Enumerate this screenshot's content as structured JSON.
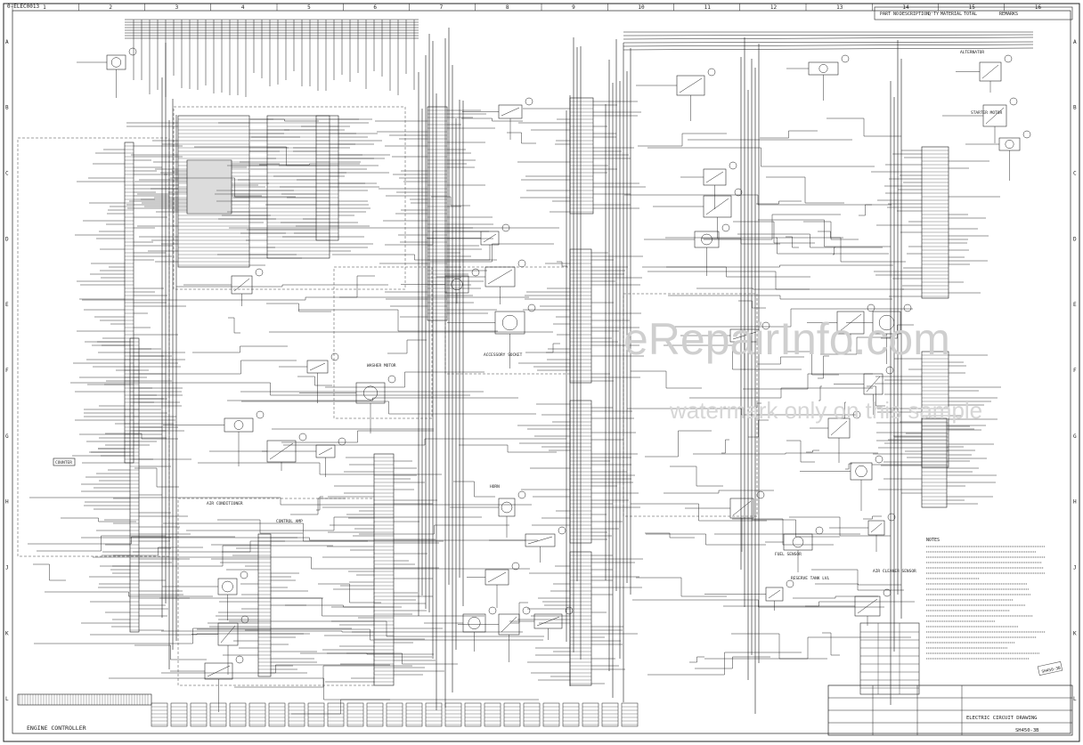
{
  "drawing": {
    "drawing_no": "0-ELEC0013",
    "column_numbers": [
      "1",
      "2",
      "3",
      "4",
      "5",
      "6",
      "7",
      "8",
      "9",
      "10",
      "11",
      "12",
      "13",
      "14",
      "15",
      "16"
    ],
    "row_letters": [
      "A",
      "B",
      "C",
      "D",
      "E",
      "F",
      "G",
      "H",
      "J",
      "K",
      "L"
    ],
    "title_block_headers": [
      "PART NO.",
      "DESCRIPTION",
      "Q'TY",
      "MATERIAL",
      "TOTAL",
      "REMARKS"
    ],
    "sheet_title": "ELECTRIC CIRCUIT DRAWING",
    "model": "SH450-3B",
    "engine_label": "ENGINE CONTROLLER",
    "counter_label": "COUNTER",
    "revision_stamp": "SH450-3B"
  },
  "watermark": {
    "main": "eRepairInfo.com",
    "sub": "watermark only on this sample"
  },
  "component_labels": {
    "alternator": "ALTERNATOR",
    "starter_motor": "STARTER MOTOR",
    "air_cleaner": "AIR CLEANER SENSOR",
    "fuel_sensor": "FUEL SENSOR",
    "air_conditioner": "AIR CONDITIONER",
    "control_amp": "CONTROL AMP",
    "reserve_tank": "RESERVE TANK LVL",
    "accessory_socket": "ACCESSORY SOCKET",
    "horn": "HORN",
    "washer_motor": "WASHER MOTOR"
  },
  "notes_title": "NOTES",
  "colors": {
    "line": "#1a1a1a",
    "paper": "#ffffff",
    "watermark": "#cfcfcf"
  }
}
